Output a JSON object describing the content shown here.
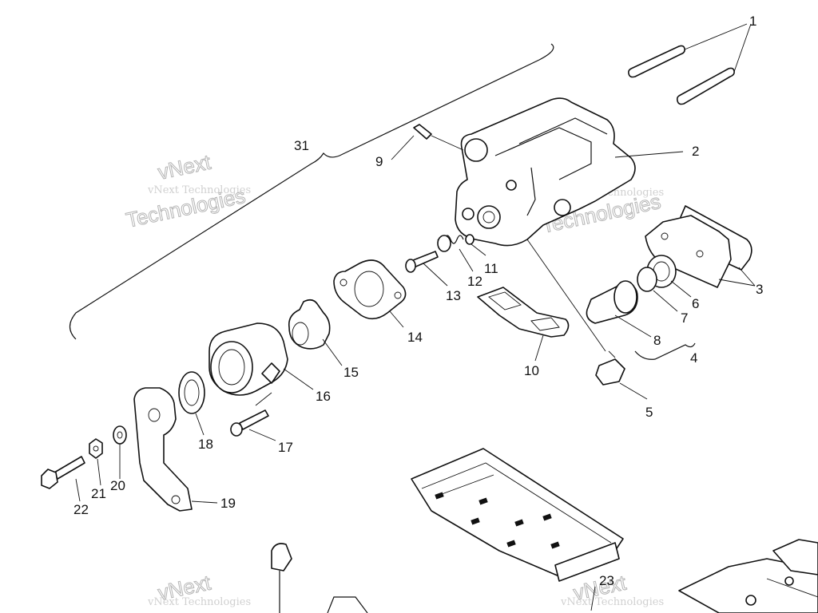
{
  "watermark": {
    "small_text": "vNext Technologies",
    "large_line1": "vNext",
    "large_line2": "Technologies"
  },
  "callouts": [
    {
      "id": "1",
      "label": "1"
    },
    {
      "id": "2",
      "label": "2"
    },
    {
      "id": "3",
      "label": "3"
    },
    {
      "id": "4",
      "label": "4"
    },
    {
      "id": "5",
      "label": "5"
    },
    {
      "id": "6",
      "label": "6"
    },
    {
      "id": "7",
      "label": "7"
    },
    {
      "id": "8",
      "label": "8"
    },
    {
      "id": "9",
      "label": "9"
    },
    {
      "id": "10",
      "label": "10"
    },
    {
      "id": "11",
      "label": "11"
    },
    {
      "id": "12",
      "label": "12"
    },
    {
      "id": "13",
      "label": "13"
    },
    {
      "id": "14",
      "label": "14"
    },
    {
      "id": "15",
      "label": "15"
    },
    {
      "id": "16",
      "label": "16"
    },
    {
      "id": "17",
      "label": "17"
    },
    {
      "id": "18",
      "label": "18"
    },
    {
      "id": "19",
      "label": "19"
    },
    {
      "id": "20",
      "label": "20"
    },
    {
      "id": "21",
      "label": "21"
    },
    {
      "id": "22",
      "label": "22"
    },
    {
      "id": "23",
      "label": "23"
    },
    {
      "id": "31",
      "label": "31"
    }
  ]
}
